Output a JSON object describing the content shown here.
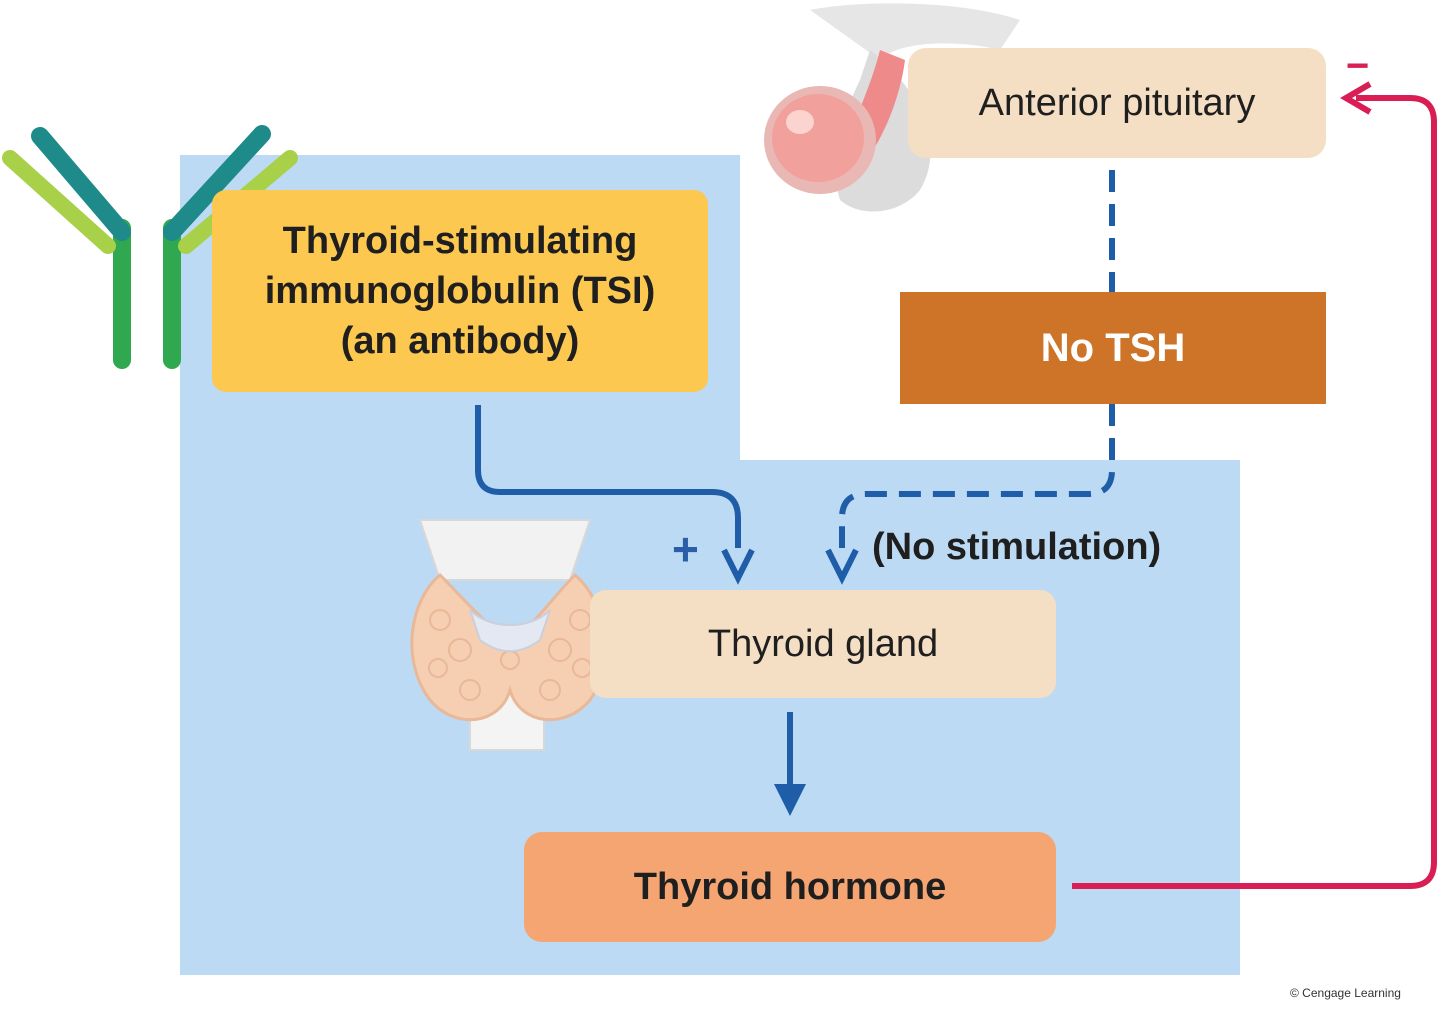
{
  "boxes": {
    "tsi_lines": [
      "Thyroid-stimulating",
      "immunoglobulin (TSI)",
      "(an antibody)"
    ],
    "anterior_pituitary": "Anterior pituitary",
    "no_tsh": "No TSH",
    "thyroid_gland": "Thyroid gland",
    "thyroid_hormone": "Thyroid hormone"
  },
  "labels": {
    "no_stimulation": "(No stimulation)",
    "plus": "+",
    "minus": "−"
  },
  "credit": "© Cengage Learning",
  "colors": {
    "background_panel": "#bcdaf4",
    "tsi_box": "#fcc84f",
    "pituitary_box": "#f5dfc4",
    "no_tsh_box": "#cd7428",
    "gland_box": "#f5dfc4",
    "hormone_box": "#f4a572",
    "stimulation_arrow": "#1f5da8",
    "negative_feedback_arrow": "#d81e55",
    "antibody_green": "#2fa84f",
    "antibody_teal": "#1f8a8a",
    "antibody_lime": "#a8d048"
  },
  "icons": [
    "antibody-icon",
    "pituitary-gland-icon",
    "thyroid-gland-icon"
  ]
}
